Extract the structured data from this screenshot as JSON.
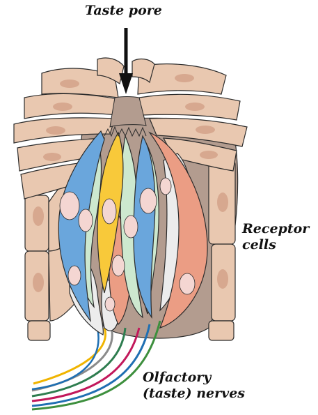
{
  "labels": {
    "taste_pore": "Taste pore",
    "receptor_line1": "Receptor",
    "receptor_line2": "cells",
    "nerves_line1": "Olfactory",
    "nerves_line2": "(taste) nerves"
  },
  "colors": {
    "epithelium": "#e9c8b0",
    "epithelium_nucleus": "#d7a88f",
    "pore_interior": "#b39c8f",
    "cell_blue": "#6aa6dc",
    "cell_green": "#cde8cf",
    "cell_yellow": "#f8c93a",
    "cell_salmon": "#eb9d84",
    "cell_white": "#ececec",
    "nucleus": "#f4d6d2",
    "outline": "#2b2b2b"
  },
  "nerve_colors": [
    "#f0b400",
    "#8b8b8b",
    "#2e7d4f",
    "#c2185b",
    "#1f6fb2",
    "#3d8f3d"
  ]
}
